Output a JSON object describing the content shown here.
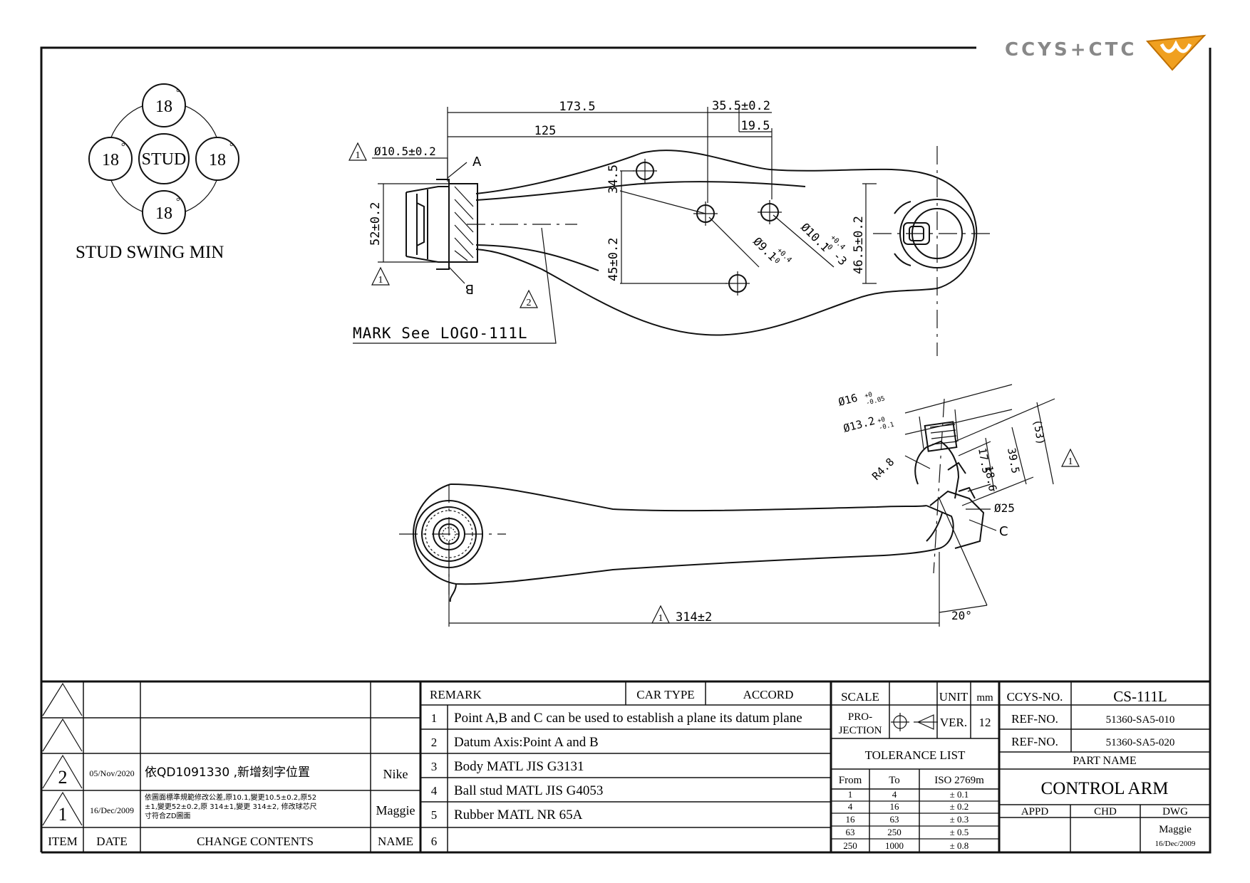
{
  "logo": {
    "text": "CCYS+CTC"
  },
  "stud_diagram": {
    "angles": [
      "18",
      "18",
      "18",
      "18"
    ],
    "degree_mark": "°",
    "center": "STUD",
    "caption": "STUD SWING MIN"
  },
  "top_view": {
    "dims": {
      "d173": "173.5",
      "d125": "125",
      "d355": "35.5±0.2",
      "d195": "19.5",
      "d345": "34.5",
      "d52": "52±0.2",
      "d45": "45±0.2",
      "d465": "46.5±0.2",
      "hole_a": "Ø10.5±0.2",
      "hole_91": "Ø9.1",
      "hole_91_tol_up": "+0.4",
      "hole_91_tol_dn": "-0",
      "hole_101": "Ø10.1",
      "hole_101_tol_up": "+0.4",
      "hole_101_tol_dn": "-0",
      "hole_101_suffix": "-3"
    },
    "point_a": "A",
    "point_b": "B",
    "mark_note": "MARK See LOGO-111L",
    "flag_1": "1",
    "flag_2": "2"
  },
  "side_view": {
    "dims": {
      "d16": "Ø16",
      "d16_tol_up": "+0",
      "d16_tol_dn": "-0.05",
      "d132": "Ø13.2",
      "d132_tol_up": "+0",
      "d132_tol_dn": "-0.1",
      "r48": "R4.8",
      "d175": "17.5",
      "d186": "18.6",
      "d395": "39.5",
      "d53": "(53)",
      "d25": "Ø25",
      "d314": "314±2",
      "ang20": "20°"
    },
    "point_c": "C",
    "flag_1": "1"
  },
  "revision_table": {
    "rows": [
      {
        "item": "",
        "date": "",
        "content": "",
        "name": ""
      },
      {
        "item": "",
        "date": "",
        "content": "",
        "name": ""
      },
      {
        "item": "2",
        "date": "05/Nov/2020",
        "content": "依QD1091330 ,新增刻字位置",
        "name": "Nike"
      },
      {
        "item": "1",
        "date": "16/Dec/2009",
        "content_lines": [
          "依圖面標準規範修改公差,原10.1,變更10.5±0.2,原52",
          "±1,變更52±0.2,原 314±1,變更 314±2, 修改球芯尺",
          "寸符合ZD圖面"
        ],
        "name": "Maggie"
      }
    ],
    "headers": {
      "item": "ITEM",
      "date": "DATE",
      "content": "CHANGE CONTENTS",
      "name": "NAME"
    }
  },
  "remark_table": {
    "title": "REMARK",
    "car_type_label": "CAR TYPE",
    "car_type_value": "ACCORD",
    "rows": [
      {
        "no": "1",
        "text": "Point A,B and C can be used to establish a plane its datum plane"
      },
      {
        "no": "2",
        "text": "Datum Axis:Point A and B"
      },
      {
        "no": "3",
        "text": "Body MATL JIS G3131"
      },
      {
        "no": "4",
        "text": "Ball stud MATL JIS G4053"
      },
      {
        "no": "5",
        "text": "Rubber MATL NR 65A"
      },
      {
        "no": "6",
        "text": ""
      }
    ]
  },
  "info_block": {
    "scale_label": "SCALE",
    "unit_label": "UNIT",
    "unit_value": "mm",
    "projection_label_1": "PRO-",
    "projection_label_2": "JECTION",
    "ver_label": "VER.",
    "ver_value": "12",
    "tolerance_title": "TOLERANCE LIST",
    "tolerance_headers": {
      "from": "From",
      "to": "To",
      "std": "ISO 2769m"
    },
    "tolerance_rows": [
      {
        "from": "1",
        "to": "4",
        "tol": "± 0.1"
      },
      {
        "from": "4",
        "to": "16",
        "tol": "± 0.2"
      },
      {
        "from": "16",
        "to": "63",
        "tol": "± 0.3"
      },
      {
        "from": "63",
        "to": "250",
        "tol": "± 0.5"
      },
      {
        "from": "250",
        "to": "1000",
        "tol": "± 0.8"
      }
    ],
    "ccys_no_label": "CCYS-NO.",
    "ccys_no_value": "CS-111L",
    "ref_no_label_1": "REF-NO.",
    "ref_no_value_1": "51360-SA5-010",
    "ref_no_label_2": "REF-NO.",
    "ref_no_value_2": "51360-SA5-020",
    "part_name_label": "PART NAME",
    "part_name_value": "CONTROL ARM",
    "appd_label": "APPD",
    "chd_label": "CHD",
    "dwg_label": "DWG",
    "dwg_name": "Maggie",
    "dwg_date": "16/Dec/2009"
  }
}
